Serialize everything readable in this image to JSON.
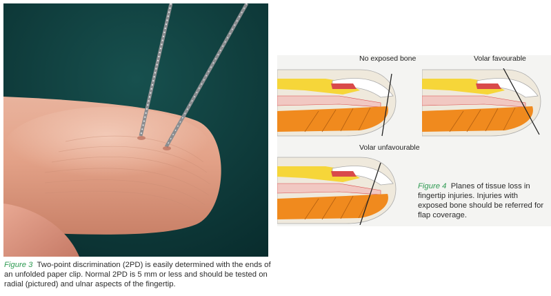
{
  "figure3": {
    "label": "Figure 3",
    "text": "Two-point discrimination (2PD) is easily determined with the ends of an unfolded paper clip. Normal 2PD is 5 mm or less and should be tested on radial (pictured) and ulnar aspects of the fingertip."
  },
  "figure4": {
    "label": "Figure 4",
    "text": "Planes of tissue loss in fingertip injuries. Injuries with exposed bone should be referred for flap coverage.",
    "diagrams": [
      {
        "label": "No exposed bone"
      },
      {
        "label": "Volar favourable"
      },
      {
        "label": "Volar unfavourable"
      }
    ]
  },
  "colors": {
    "caption_accent": "#2e9a52",
    "background": "#0e3b3b",
    "skin": "#d99a80",
    "fat": "#f08a1e",
    "nail": "#f7d21c",
    "tendon": "#d94a4a"
  }
}
